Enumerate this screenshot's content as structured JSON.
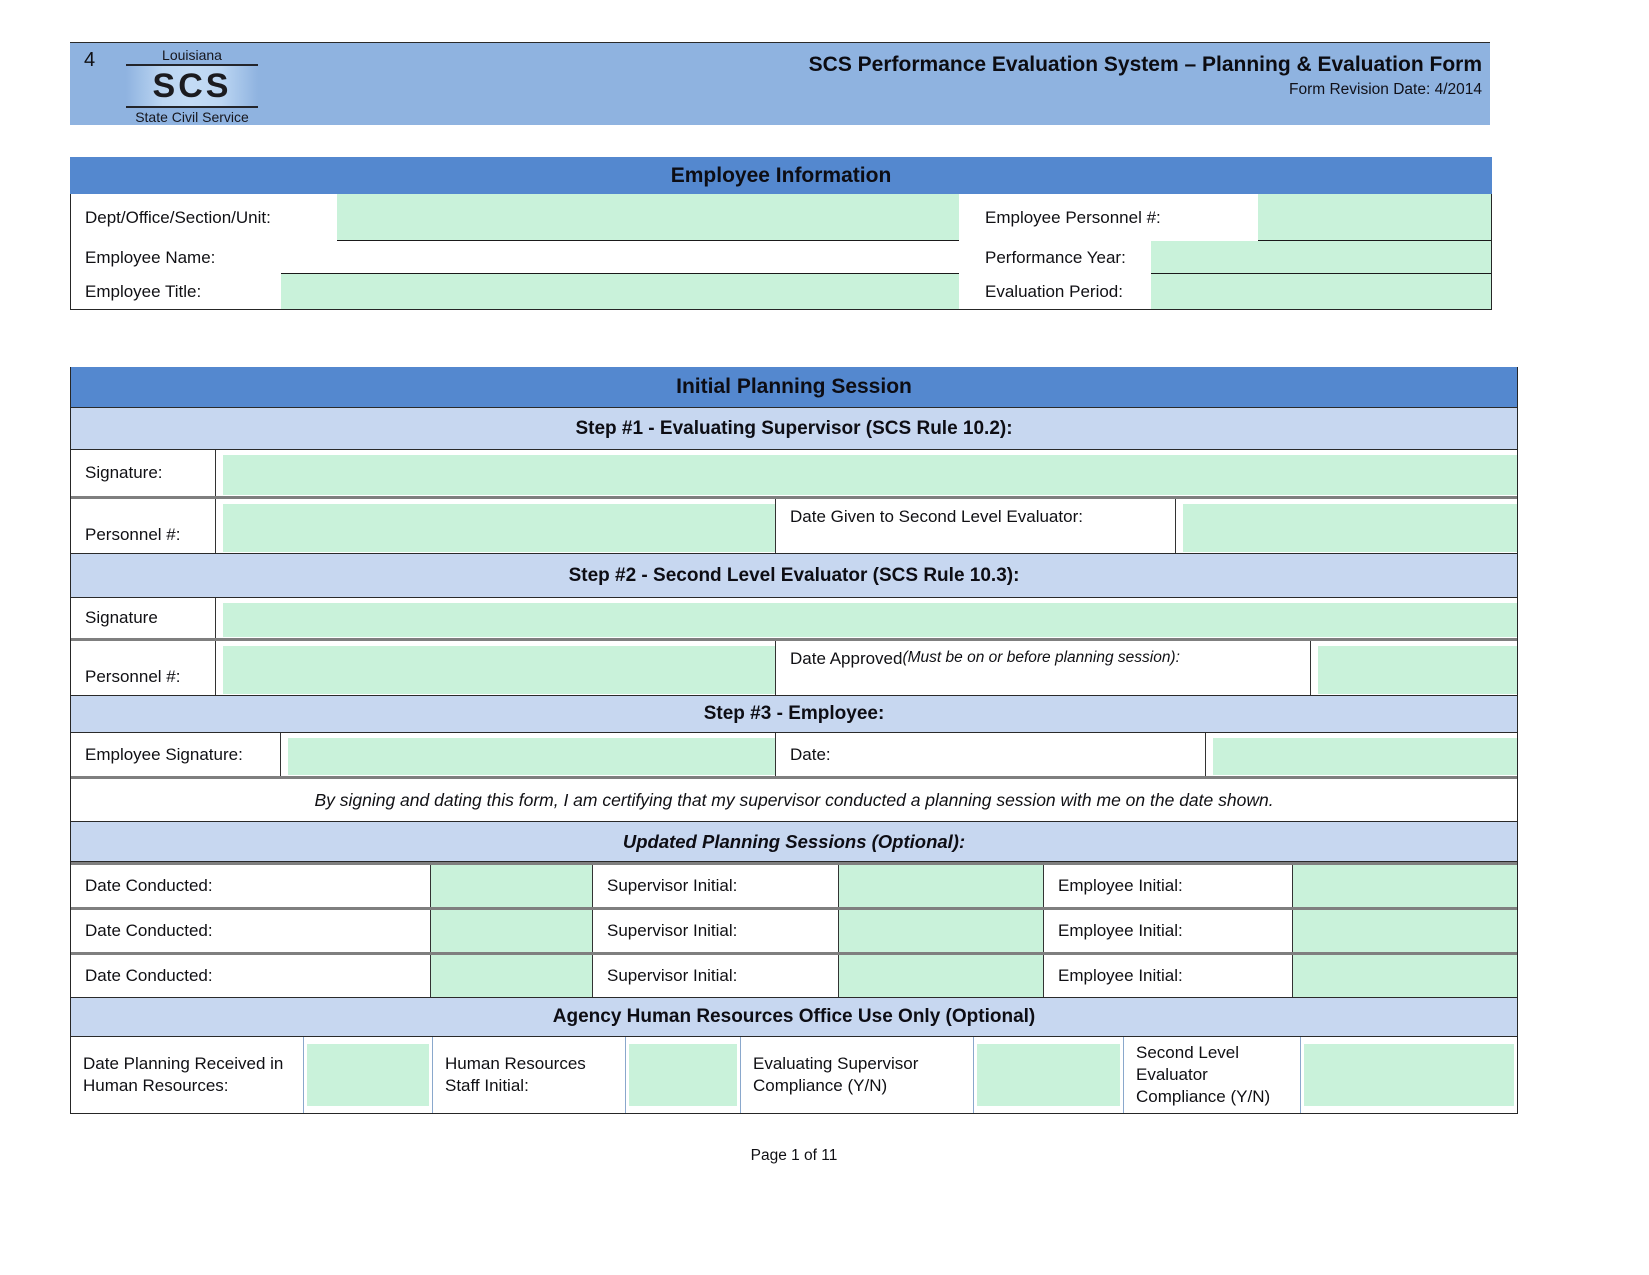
{
  "page": {
    "corner_number": "4",
    "footer": "Page 1 of 11"
  },
  "header": {
    "logo": {
      "top": "Louisiana",
      "middle": "SCS",
      "bottom": "State Civil Service"
    },
    "title": "SCS Performance Evaluation System – Planning & Evaluation Form",
    "revision": "Form Revision Date: 4/2014"
  },
  "employee_info": {
    "title": "Employee Information",
    "dept_label": "Dept/Office/Section/Unit:",
    "name_label": "Employee Name:",
    "title_label": "Employee Title:",
    "personnel_label": "Employee Personnel #:",
    "year_label": "Performance Year:",
    "period_label": "Evaluation Period:"
  },
  "planning": {
    "title": "Initial Planning Session",
    "step1": {
      "header": "Step #1 - Evaluating Supervisor (SCS Rule 10.2):",
      "signature_label": "Signature:",
      "personnel_label": "Personnel #:",
      "date_given_label": "Date Given to Second Level Evaluator:"
    },
    "step2": {
      "header": "Step #2 - Second Level Evaluator (SCS Rule 10.3):",
      "signature_label": "Signature",
      "personnel_label": "Personnel #:",
      "date_approved_label": "Date Approved ",
      "date_approved_note": "(Must be on or before planning session):"
    },
    "step3": {
      "header": "Step #3 - Employee:",
      "signature_label": "Employee Signature:",
      "date_label": "Date:",
      "certification": "By signing and dating this form, I am certifying that my supervisor conducted a planning session with me on the date shown."
    },
    "updated_sessions": {
      "header": "Updated Planning Sessions (Optional):",
      "rows": [
        {
          "date_label": "Date Conducted:",
          "supervisor_label": "Supervisor Initial:",
          "employee_label": "Employee Initial:"
        },
        {
          "date_label": "Date Conducted:",
          "supervisor_label": "Supervisor Initial:",
          "employee_label": "Employee Initial:"
        },
        {
          "date_label": "Date Conducted:",
          "supervisor_label": "Supervisor Initial:",
          "employee_label": "Employee Initial:"
        }
      ]
    },
    "hr_office": {
      "header": "Agency Human Resources Office Use Only (Optional)",
      "date_received_label": "Date Planning Received in Human Resources:",
      "staff_initial_label": "Human Resources Staff Initial:",
      "supervisor_compliance_label": "Evaluating Supervisor Compliance (Y/N)",
      "second_level_compliance_label": "Second Level Evaluator Compliance (Y/N)"
    }
  },
  "colors": {
    "header_blue": "#8fb3e0",
    "section_blue": "#5488cf",
    "subheader_blue": "#c7d7f0",
    "field_green": "#c9f2da"
  }
}
